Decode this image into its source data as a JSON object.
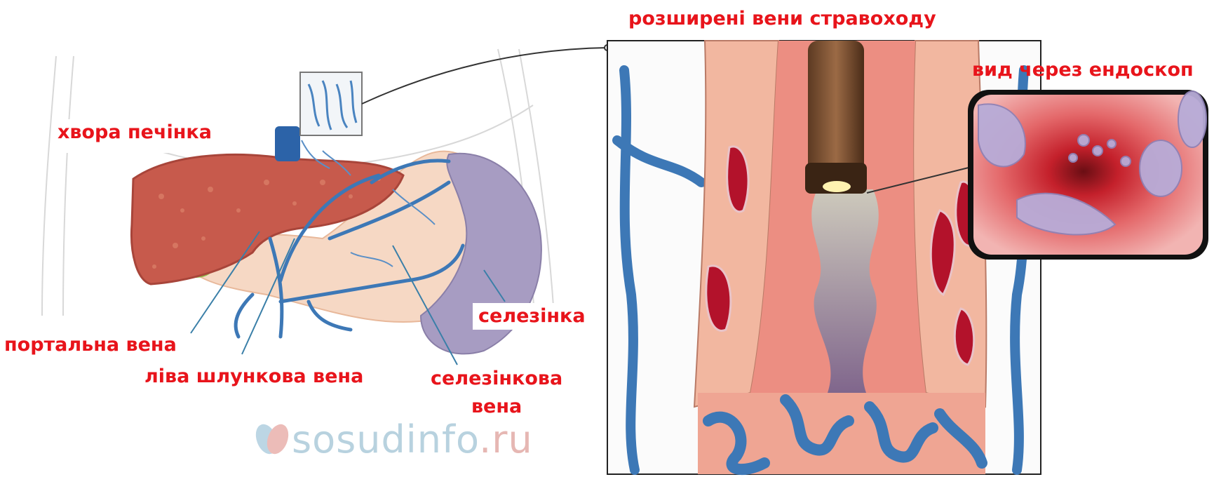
{
  "labels": {
    "diseased_liver": "хвора печінка",
    "esophageal_varices": "розширені вени стравоходу",
    "endoscope_view": "вид через ендоскоп",
    "spleen": "селезінка",
    "portal_vein": "портальна вена",
    "left_gastric_vein": "ліва шлункова вена",
    "splenic_vein_line1": "селезінкова",
    "splenic_vein_line2": "вена"
  },
  "watermark": {
    "name": "sosudinfo",
    "tld": ".ru"
  },
  "colors": {
    "label_red": "#e8141b",
    "vein_blue": "#3d78b6",
    "liver": "#c75a4c",
    "spleen": "#9d93b9",
    "esophagus_wall": "#f2b7a0",
    "varix_red": "#b3122b",
    "pancreas": "#f4cdb3"
  },
  "icons": [
    "watermark-logo-icon"
  ]
}
